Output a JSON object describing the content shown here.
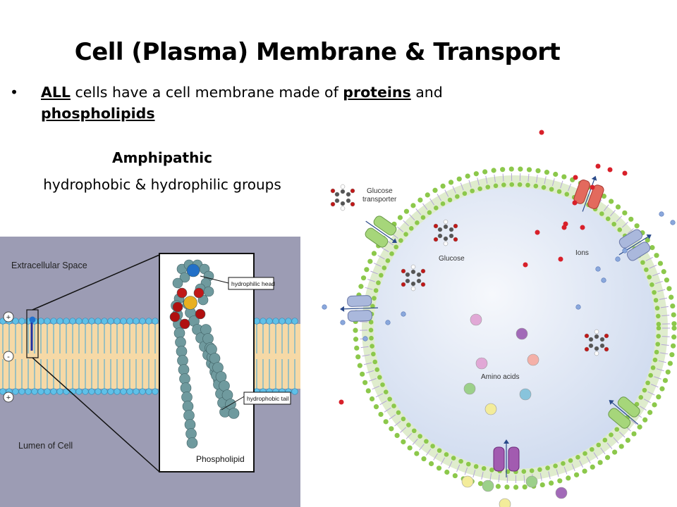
{
  "slide": {
    "title": "Cell (Plasma) Membrane & Transport",
    "bullet": {
      "marker": "•",
      "parts": [
        "ALL",
        " cells have a cell membrane made of ",
        "proteins",
        " and ",
        "phospholipids"
      ]
    },
    "amphipathic_title": "Amphipathic",
    "amphipathic_subtitle": "hydrophobic & hydrophilic groups"
  },
  "membrane_figure": {
    "extracellular_label": "Extracellular Space",
    "lumen_label": "Lumen of Cell",
    "hydrophilic_label": "hydrophilic head",
    "hydrophobic_label": "hydrophobic tail",
    "phospholipid_label": "Phospholipid",
    "charge_plus": "+",
    "charge_minus": "-",
    "colors": {
      "panel": "#9c9cb4",
      "heads": "#5fc0e8",
      "tails": "#f6d9a6",
      "atoms": "#6f9a9e"
    }
  },
  "cell_figure": {
    "glucose_transporter_label": "Glucose\ntransporter",
    "glucose_label": "Glucose",
    "ions_label": "Ions",
    "amino_acids_label": "Amino acids",
    "colors": {
      "membrane": "#8cc84b",
      "interior": "#dde6f4",
      "transporter": "#a6d67a",
      "ion_channel": "#e36a5d",
      "pump": "#a25bb0"
    }
  }
}
